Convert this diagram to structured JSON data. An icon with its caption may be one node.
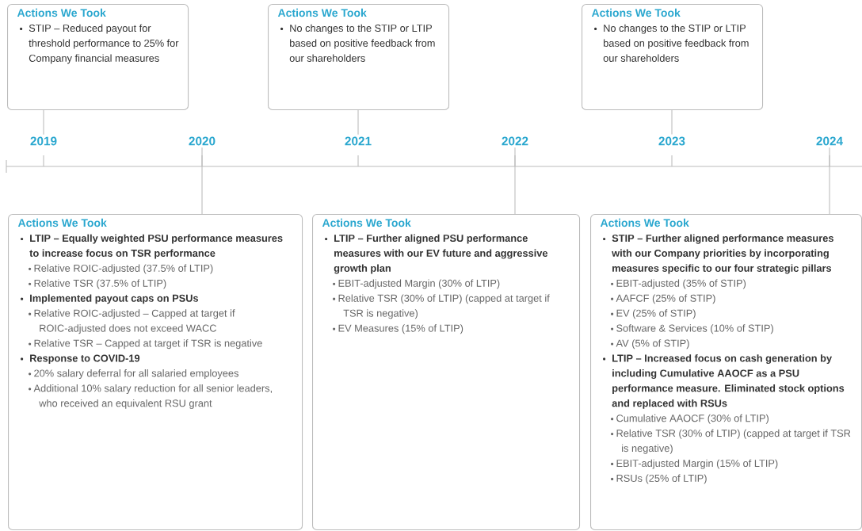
{
  "diagram": {
    "nodes": [
      {
        "text": [
          "Actions We Took",
          "STIP – Reduced payout for threshold performance to 25% for Company financial measures"
        ]
      },
      {
        "text": [
          "Actions We Took",
          "No changes to the STIP or LTIP based on positive feedback from our shareholders"
        ]
      },
      {
        "text": [
          "Actions We Took",
          "No changes to the STIP or LTIP based on positive feedback from our shareholders"
        ]
      },
      {
        "text": [
          "2019"
        ]
      },
      {
        "text": [
          "2020"
        ]
      },
      {
        "text": [
          "2021"
        ]
      },
      {
        "text": [
          "2022"
        ]
      },
      {
        "text": [
          "2023"
        ]
      },
      {
        "text": [
          "2024"
        ]
      },
      {
        "text": [
          "Actions We Took",
          "LTIP – Equally weighted PSU performance measures to increase focus on TSR performance",
          "Relative ROIC-adjusted (37.5% of LTIP)",
          "Relative TSR (37.5% of LTIP)",
          "Implemented payout caps on PSUs",
          "Relative ROIC-adjusted – Capped at target if ROIC-adjusted does not exceed WACC",
          "Relative TSR – Capped at target if TSR is negative",
          "Response to COVID-19",
          "20% salary deferral for all salaried employees",
          "Additional 10% salary reduction for all senior leaders, who received an equivalent RSU grant"
        ]
      },
      {
        "text": [
          "Actions We Took",
          "LTIP – Further aligned PSU performance measures with our EV future and aggressive growth plan",
          "EBIT-adjusted Margin (30% of LTIP)",
          "Relative TSR (30% of LTIP) (capped at target if TSR is negative)",
          "EV Measures (15% of LTIP)"
        ]
      },
      {
        "text": [
          "Actions We Took",
          "STIP – Further aligned performance measures with our Company priorities by incorporating measures specific to our four strategic pillars",
          "EBIT-adjusted (35% of STIP)",
          "AAFCF (25% of STIP)",
          "EV (25% of STIP)",
          "Software & Services (10% of STIP)",
          "AV (5% of STIP)",
          "LTIP – Increased focus on cash generation by including Cumulative AAOCF as a PSU performance measure. Eliminated stock options and replaced with RSUs",
          "Cumulative AAOCF (30% of LTIP)",
          "Relative TSR (30% of LTIP) (capped at target if TSR is negative)",
          "EBIT-adjusted Margin (15% of LTIP)",
          "RSUs (25% of LTIP)"
        ]
      }
    ],
    "edges": [
      {
        "from": 0,
        "to": 3,
        "arrow": "none"
      },
      {
        "from": 1,
        "to": 5,
        "arrow": "none"
      },
      {
        "from": 2,
        "to": 7,
        "arrow": "none"
      },
      {
        "from": 4,
        "to": 9,
        "arrow": "none"
      },
      {
        "from": 6,
        "to": 10,
        "arrow": "none"
      },
      {
        "from": 8,
        "to": 11,
        "arrow": "none"
      }
    ]
  }
}
